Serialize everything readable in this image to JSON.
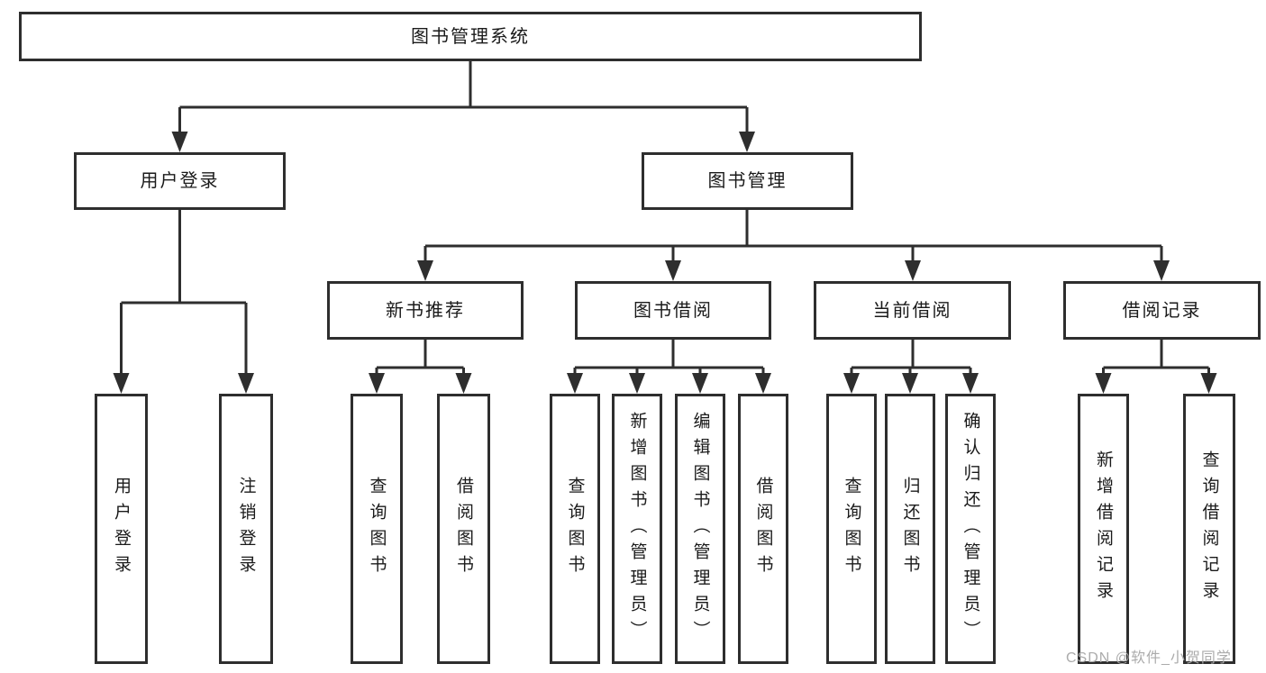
{
  "tree": {
    "label": "图书管理系统",
    "children": [
      {
        "label": "用户登录",
        "children": [
          {
            "label": "用户登录"
          },
          {
            "label": "注销登录"
          }
        ]
      },
      {
        "label": "图书管理",
        "children": [
          {
            "label": "新书推荐",
            "children": [
              {
                "label": "查询图书"
              },
              {
                "label": "借阅图书"
              }
            ]
          },
          {
            "label": "图书借阅",
            "children": [
              {
                "label": "查询图书"
              },
              {
                "label": "新增图书（管理员）"
              },
              {
                "label": "编辑图书（管理员）"
              },
              {
                "label": "借阅图书"
              }
            ]
          },
          {
            "label": "当前借阅",
            "children": [
              {
                "label": "查询图书"
              },
              {
                "label": "归还图书"
              },
              {
                "label": "确认归还（管理员）"
              }
            ]
          },
          {
            "label": "借阅记录",
            "children": [
              {
                "label": "新增借阅记录"
              },
              {
                "label": "查询借阅记录"
              }
            ]
          }
        ]
      }
    ]
  },
  "watermark": {
    "text": "CSDN @软件_小贺同学"
  },
  "colors": {
    "line": "#2e2e2e",
    "box_border": "#2e2e2e",
    "text": "#1a1a1a",
    "watermark": "#ababab",
    "background": "#ffffff"
  }
}
